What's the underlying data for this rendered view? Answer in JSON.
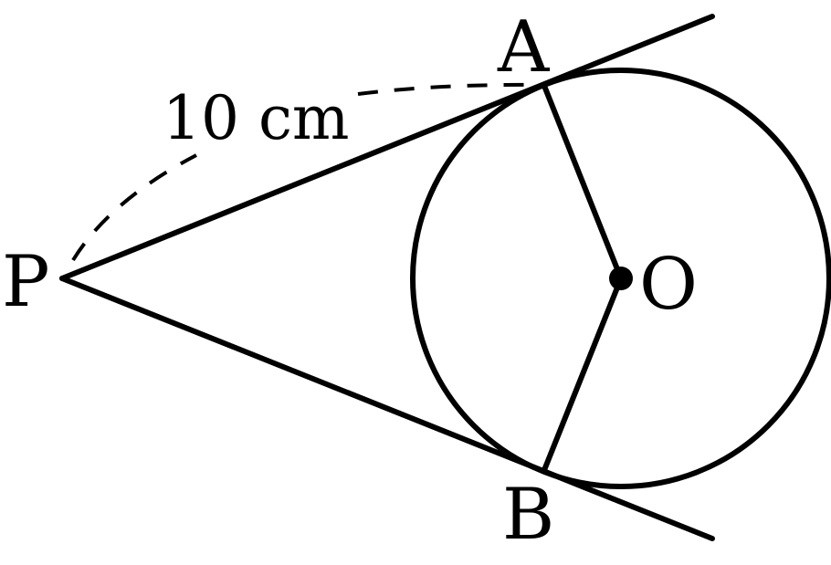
{
  "figure": {
    "points": {
      "P": "P",
      "A": "A",
      "B": "B",
      "O": "O"
    },
    "measurement": "10 cm"
  }
}
